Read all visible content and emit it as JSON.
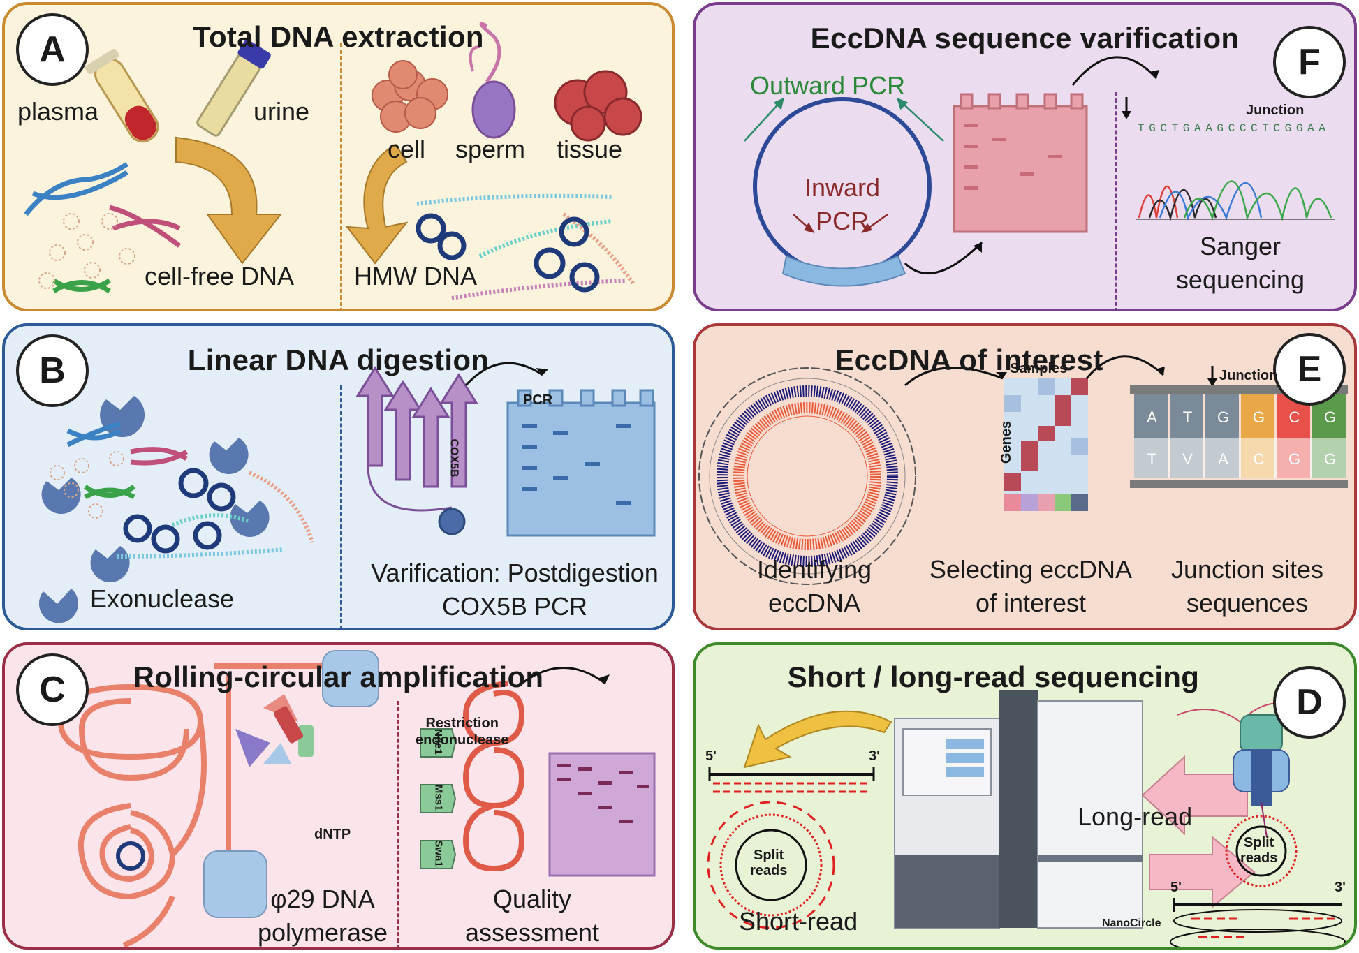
{
  "panels": {
    "A": {
      "badge": "A",
      "title": "Total DNA extraction",
      "labels": {
        "plasma": "plasma",
        "urine": "urine",
        "cell": "cell",
        "sperm": "sperm",
        "tissue": "tissue",
        "cell_free": "cell-free DNA",
        "hmw": "HMW DNA"
      }
    },
    "B": {
      "badge": "B",
      "title": "Linear DNA digestion",
      "labels": {
        "exonuclease": "Exonuclease",
        "pcr": "PCR",
        "cox5b": "COX5B",
        "verif_line1": "Varification: Postdigestion",
        "verif_line2": "COX5B PCR"
      }
    },
    "C": {
      "badge": "C",
      "title": "Rolling-circular amplification",
      "labels": {
        "dntp": "dNTP",
        "pol_line1": "φ29 DNA",
        "pol_line2": "polymerase",
        "restr_line1": "Restriction",
        "restr_line2": "endonuclease",
        "enz1": "Nde1",
        "enz2": "Mss1",
        "enz3": "Swa1",
        "qa_line1": "Quality",
        "qa_line2": "assessment"
      }
    },
    "D": {
      "badge": "D",
      "title": "Short / long-read sequencing",
      "labels": {
        "five_prime": "5'",
        "three_prime": "3'",
        "split_line1": "Split",
        "split_line2": "reads",
        "short_read": "Short-read",
        "long_read": "Long-read",
        "nanocircle": "NanoCircle"
      }
    },
    "E": {
      "badge": "E",
      "title": "EccDNA of interest",
      "labels": {
        "samples": "Samples",
        "genes": "Genes",
        "junction": "Junction",
        "ident_line1": "Identifying",
        "ident_line2": "eccDNA",
        "select_line1": "Selecting eccDNA",
        "select_line2": "of interest",
        "junc_line1": "Junction sites",
        "junc_line2": "sequences",
        "bases_top": [
          "A",
          "T",
          "G",
          "G",
          "C",
          "G"
        ],
        "bases_bottom": [
          "T",
          "V",
          "A",
          "C",
          "G",
          "G"
        ]
      }
    },
    "F": {
      "badge": "F",
      "title": "EccDNA sequence varification",
      "labels": {
        "outward": "Outward PCR",
        "inward_line1": "Inward",
        "inward_line2": "PCR",
        "junction": "Junction",
        "sequence": "TGCTGAAGCCCTCGGAA",
        "sanger_line1": "Sanger",
        "sanger_line2": "sequencing"
      }
    }
  },
  "colors": {
    "A_bg": "#fcf3dc",
    "A_border": "#c98a30",
    "B_bg": "#e3eef8",
    "B_border": "#2c5a96",
    "C_bg": "#fbe4ea",
    "C_border": "#9a3048",
    "D_bg": "#e8f2d4",
    "D_border": "#3c8a2a",
    "E_bg": "#f7dcd0",
    "E_border": "#a8383a",
    "F_bg": "#ecdcf0",
    "F_border": "#7a3c8c"
  }
}
